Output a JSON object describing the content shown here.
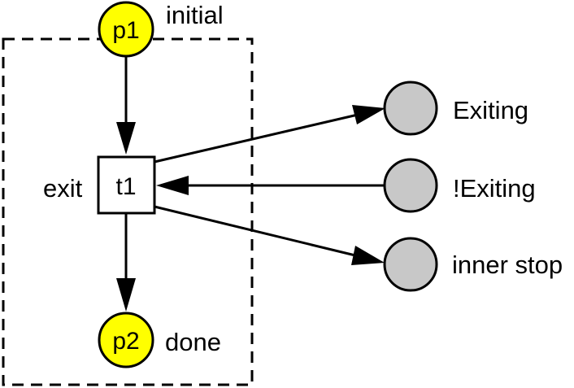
{
  "diagram": {
    "places": {
      "p1": {
        "name": "p1",
        "label": "initial",
        "color": "#ffff00"
      },
      "p2": {
        "name": "p2",
        "label": "done",
        "color": "#ffff00"
      },
      "exiting": {
        "label": "Exiting",
        "color": "#c8c8c8"
      },
      "not_exiting": {
        "label": "!Exiting",
        "color": "#c8c8c8"
      },
      "inner_stop": {
        "label": "inner stop",
        "color": "#c8c8c8"
      }
    },
    "transition": {
      "name": "t1",
      "label": "exit"
    },
    "boundary": {
      "style": "dashed"
    }
  }
}
